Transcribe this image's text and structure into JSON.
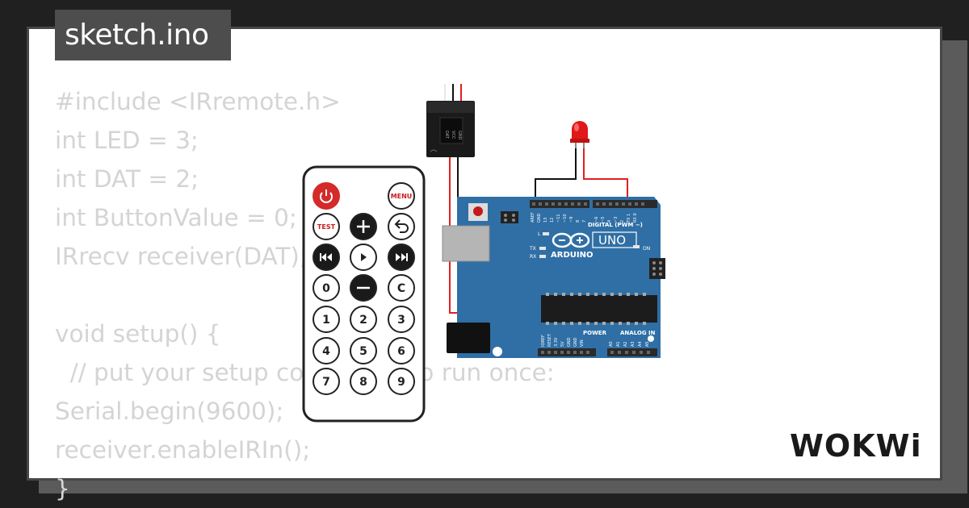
{
  "header": {
    "title": "sketch.ino"
  },
  "code_lines": [
    "#include <IRremote.h>",
    "int LED = 3;",
    "int DAT = 2;",
    "int ButtonValue = 0;",
    "IRrecv receiver(DAT);",
    "",
    "void setup() {",
    "  // put your setup code here, to run once:",
    "Serial.begin(9600);",
    "receiver.enableIRIn();",
    "}"
  ],
  "remote": {
    "buttons": [
      {
        "id": "power",
        "label": "",
        "icon": "power-icon"
      },
      {
        "id": "menu",
        "label": "MENU"
      },
      {
        "id": "test",
        "label": "TEST"
      },
      {
        "id": "plus",
        "label": "",
        "icon": "plus-icon"
      },
      {
        "id": "back",
        "label": "",
        "icon": "back-arrow-icon"
      },
      {
        "id": "prev",
        "label": "",
        "icon": "skip-back-icon"
      },
      {
        "id": "play",
        "label": "",
        "icon": "play-icon"
      },
      {
        "id": "next",
        "label": "",
        "icon": "skip-forward-icon"
      },
      {
        "id": "b0",
        "label": "0"
      },
      {
        "id": "minus",
        "label": "",
        "icon": "minus-icon"
      },
      {
        "id": "c",
        "label": "C"
      },
      {
        "id": "b1",
        "label": "1"
      },
      {
        "id": "b2",
        "label": "2"
      },
      {
        "id": "b3",
        "label": "3"
      },
      {
        "id": "b4",
        "label": "4"
      },
      {
        "id": "b5",
        "label": "5"
      },
      {
        "id": "b6",
        "label": "6"
      },
      {
        "id": "b7",
        "label": "7"
      },
      {
        "id": "b8",
        "label": "8"
      },
      {
        "id": "b9",
        "label": "9"
      }
    ]
  },
  "arduino": {
    "brand": "ARDUINO",
    "model": "UNO",
    "digital_label": "DIGITAL (PWM ~)",
    "power_label": "POWER",
    "analog_label": "ANALOG IN",
    "on_label": "ON",
    "led_labels": [
      "L",
      "TX",
      "RX"
    ],
    "top_pin_labels": [
      "AREF",
      "GND",
      "13",
      "12",
      "~11",
      "~10",
      "~9",
      "8",
      "7",
      "~6",
      "~5",
      "4",
      "~3",
      "2",
      "TX 1",
      "RX 0"
    ],
    "bottom_pin_labels": [
      "IOREF",
      "RESET",
      "3.3V",
      "5V",
      "GND",
      "GND",
      "VIN",
      "A0",
      "A1",
      "A2",
      "A3",
      "A4",
      "A5"
    ]
  },
  "ir_receiver": {
    "pin_labels": [
      "DAT",
      "VCC",
      "GND"
    ]
  },
  "colors": {
    "board": "#2f6fa5",
    "wire_red": "#e02020",
    "wire_black": "#111111",
    "led": "#e01818",
    "code_text": "#d4d4d4",
    "title_bg": "#4d4d4d"
  },
  "logo": {
    "text": "WOKWi"
  }
}
